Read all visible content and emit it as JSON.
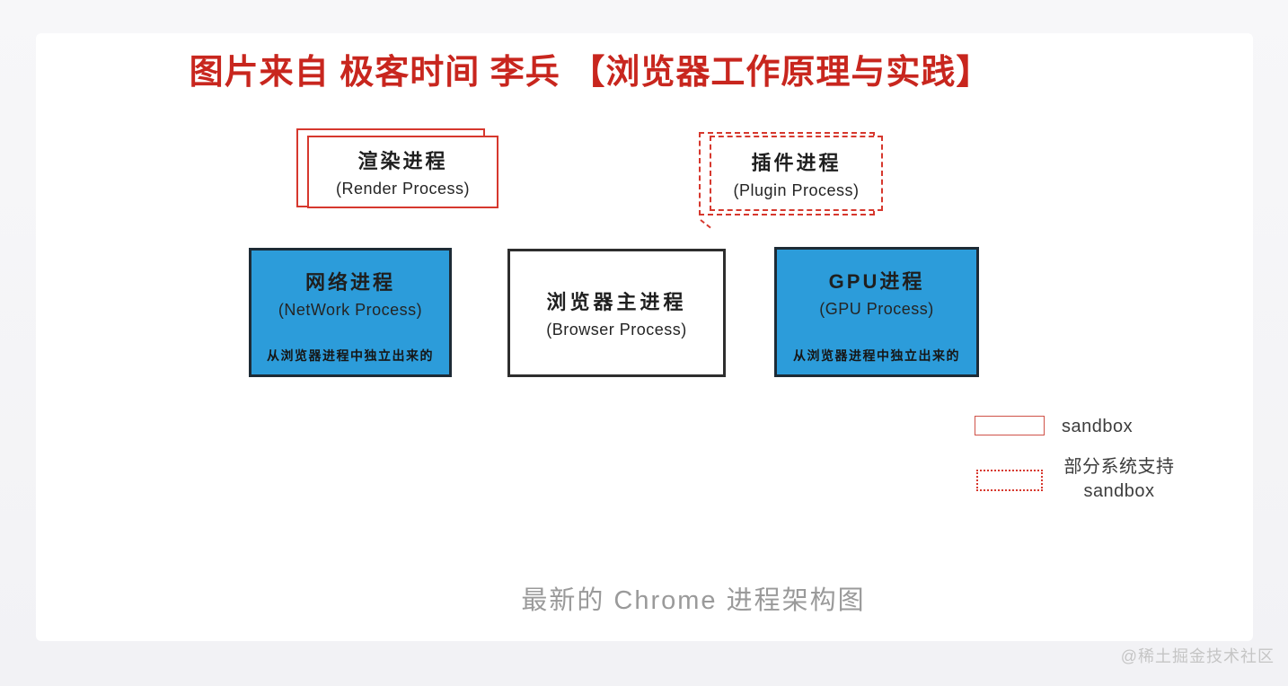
{
  "page": {
    "title": "图片来自 极客时间 李兵 【浏览器工作原理与实践】",
    "caption": "最新的 Chrome 进程架构图",
    "watermark": "@稀土掘金技术社区"
  },
  "boxes": {
    "render": {
      "title": "渲染进程",
      "subtitle": "(Render Process)"
    },
    "plugin": {
      "title": "插件进程",
      "subtitle": "(Plugin Process)"
    },
    "network": {
      "title": "网络进程",
      "subtitle": "(NetWork Process)",
      "note": "从浏览器进程中独立出来的"
    },
    "browser": {
      "title": "浏览器主进程",
      "subtitle": "(Browser Process)"
    },
    "gpu": {
      "title": "GPU进程",
      "subtitle": "(GPU Process)",
      "note": "从浏览器进程中独立出来的"
    }
  },
  "legend": {
    "solid": {
      "label": "sandbox"
    },
    "dotted": {
      "label_line1": "部分系统支持",
      "label_line2": "sandbox"
    }
  },
  "colors": {
    "title_red": "#c8261e",
    "outline_red": "#d6382e",
    "legend_red": "#cf5248",
    "process_blue": "#2c9cda",
    "process_border": "#1d2b36",
    "browser_border": "#2e2e2e",
    "caption_gray": "#9a9a9a",
    "watermark_gray": "#c5c5c5"
  }
}
